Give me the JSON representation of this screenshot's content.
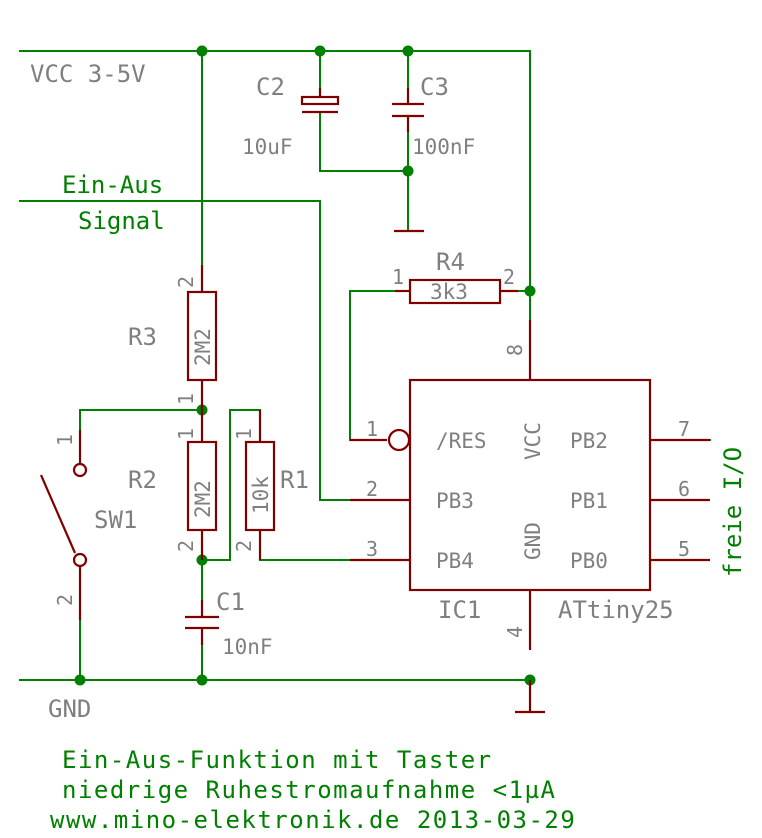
{
  "nets": {
    "vcc": "VCC 3-5V",
    "signal_line1": "Ein-Aus",
    "signal_line2": "Signal",
    "gnd": "GND",
    "freie_io": "freie I/O"
  },
  "components": {
    "c2": {
      "name": "C2",
      "value": "10uF"
    },
    "c3": {
      "name": "C3",
      "value": "100nF"
    },
    "r4": {
      "name": "R4",
      "value": "3k3",
      "pin1": "1",
      "pin2": "2"
    },
    "r3": {
      "name": "R3",
      "value": "2M2",
      "pin1": "1",
      "pin2": "2"
    },
    "r2": {
      "name": "R2",
      "value": "2M2",
      "pin1": "1",
      "pin2": "2"
    },
    "r1": {
      "name": "R1",
      "value": "10k",
      "pin1": "1",
      "pin2": "2"
    },
    "c1": {
      "name": "C1",
      "value": "10nF"
    },
    "sw1": {
      "name": "SW1",
      "pin1": "1",
      "pin2": "2"
    },
    "ic1": {
      "name": "IC1",
      "value": "ATtiny25",
      "pins": {
        "p1": {
          "num": "1",
          "label": "/RES"
        },
        "p2": {
          "num": "2",
          "label": "PB3"
        },
        "p3": {
          "num": "3",
          "label": "PB4"
        },
        "p4": {
          "num": "4",
          "label": "GND"
        },
        "p5": {
          "num": "5",
          "label": "PB0"
        },
        "p6": {
          "num": "6",
          "label": "PB1"
        },
        "p7": {
          "num": "7",
          "label": "PB2"
        },
        "p8": {
          "num": "8",
          "label": "VCC"
        }
      }
    }
  },
  "notes": {
    "line1": "Ein-Aus-Funktion mit Taster",
    "line2": "niedrige Ruhestromaufnahme <1µA",
    "line3": "www.mino-elektronik.de 2013-03-29"
  },
  "colors": {
    "wire": "#008000",
    "component": "#800000",
    "label": "#7f7f7f",
    "background": "#ffffff"
  }
}
